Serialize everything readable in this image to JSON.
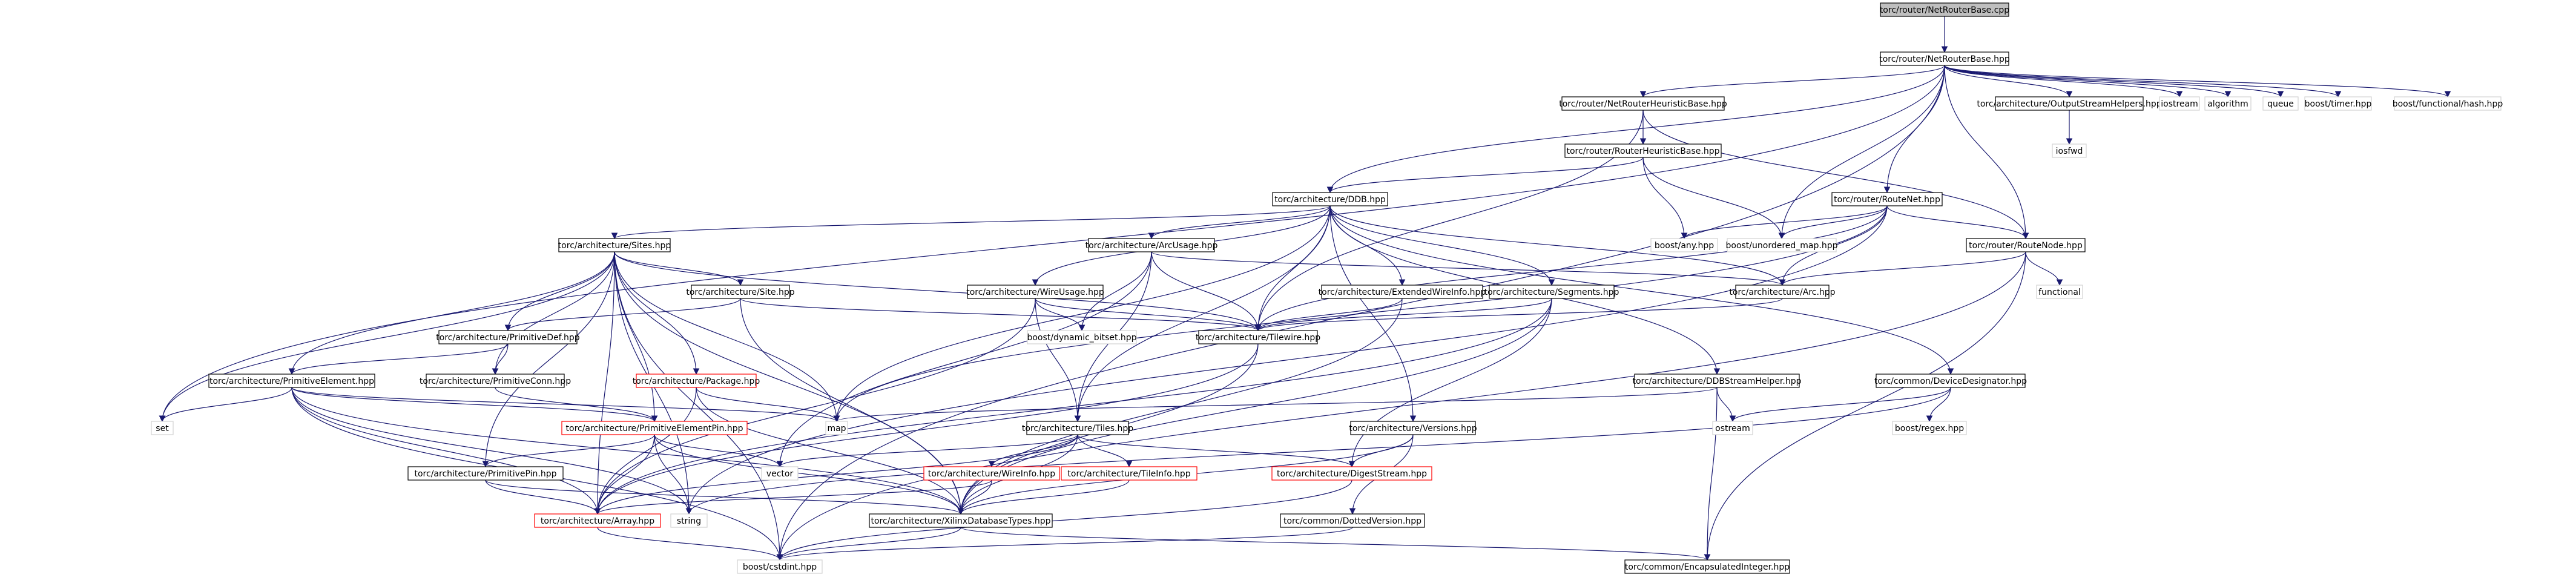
{
  "title": "torc/router/NetRouterBase.cpp",
  "colors": {
    "edge": "#191970",
    "root_fill": "#bfbfbf",
    "node_stroke": "#000000",
    "external_stroke": "#d3d3d3",
    "incomplete_stroke": "#ff0000"
  },
  "nodes": [
    {
      "id": "cpp",
      "label": "torc/router/NetRouterBase.cpp",
      "kind": "root"
    },
    {
      "id": "nrb",
      "label": "torc/router/NetRouterBase.hpp",
      "kind": "normal"
    },
    {
      "id": "nrhb",
      "label": "torc/router/NetRouterHeuristicBase.hpp",
      "kind": "normal"
    },
    {
      "id": "ossh",
      "label": "torc/architecture/OutputStreamHelpers.hpp",
      "kind": "normal"
    },
    {
      "id": "iostream",
      "label": "iostream",
      "kind": "external"
    },
    {
      "id": "algorithm",
      "label": "algorithm",
      "kind": "external"
    },
    {
      "id": "queue",
      "label": "queue",
      "kind": "external"
    },
    {
      "id": "timer",
      "label": "boost/timer.hpp",
      "kind": "external"
    },
    {
      "id": "fhash",
      "label": "boost/functional/hash.hpp",
      "kind": "external"
    },
    {
      "id": "iosfwd",
      "label": "iosfwd",
      "kind": "external"
    },
    {
      "id": "rhb",
      "label": "torc/router/RouterHeuristicBase.hpp",
      "kind": "normal"
    },
    {
      "id": "ddb",
      "label": "torc/architecture/DDB.hpp",
      "kind": "normal"
    },
    {
      "id": "routenet",
      "label": "torc/router/RouteNet.hpp",
      "kind": "normal"
    },
    {
      "id": "routenode",
      "label": "torc/router/RouteNode.hpp",
      "kind": "normal"
    },
    {
      "id": "boostany",
      "label": "boost/any.hpp",
      "kind": "external"
    },
    {
      "id": "umap",
      "label": "boost/unordered_map.hpp",
      "kind": "external"
    },
    {
      "id": "sites",
      "label": "torc/architecture/Sites.hpp",
      "kind": "normal"
    },
    {
      "id": "arcusage",
      "label": "torc/architecture/ArcUsage.hpp",
      "kind": "normal"
    },
    {
      "id": "ewi",
      "label": "torc/architecture/ExtendedWireInfo.hpp",
      "kind": "normal"
    },
    {
      "id": "segments",
      "label": "torc/architecture/Segments.hpp",
      "kind": "normal"
    },
    {
      "id": "arc",
      "label": "torc/architecture/Arc.hpp",
      "kind": "normal"
    },
    {
      "id": "functional",
      "label": "functional",
      "kind": "external"
    },
    {
      "id": "site",
      "label": "torc/architecture/Site.hpp",
      "kind": "normal"
    },
    {
      "id": "wireusage",
      "label": "torc/architecture/WireUsage.hpp",
      "kind": "normal"
    },
    {
      "id": "dynbitset",
      "label": "boost/dynamic_bitset.hpp",
      "kind": "external"
    },
    {
      "id": "tilewire",
      "label": "torc/architecture/Tilewire.hpp",
      "kind": "normal"
    },
    {
      "id": "primdef",
      "label": "torc/architecture/PrimitiveDef.hpp",
      "kind": "normal"
    },
    {
      "id": "primelem",
      "label": "torc/architecture/PrimitiveElement.hpp",
      "kind": "normal"
    },
    {
      "id": "primconn",
      "label": "torc/architecture/PrimitiveConn.hpp",
      "kind": "normal"
    },
    {
      "id": "package",
      "label": "torc/architecture/Package.hpp",
      "kind": "incomplete"
    },
    {
      "id": "ddbsh",
      "label": "torc/architecture/DDBStreamHelper.hpp",
      "kind": "normal"
    },
    {
      "id": "devdes",
      "label": "torc/common/DeviceDesignator.hpp",
      "kind": "normal"
    },
    {
      "id": "set",
      "label": "set",
      "kind": "external"
    },
    {
      "id": "map",
      "label": "map",
      "kind": "external"
    },
    {
      "id": "ostream",
      "label": "ostream",
      "kind": "external"
    },
    {
      "id": "regex",
      "label": "boost/regex.hpp",
      "kind": "external"
    },
    {
      "id": "primelempin",
      "label": "torc/architecture/PrimitiveElementPin.hpp",
      "kind": "incomplete"
    },
    {
      "id": "tiles",
      "label": "torc/architecture/Tiles.hpp",
      "kind": "normal"
    },
    {
      "id": "versions",
      "label": "torc/architecture/Versions.hpp",
      "kind": "normal"
    },
    {
      "id": "primpin",
      "label": "torc/architecture/PrimitivePin.hpp",
      "kind": "normal"
    },
    {
      "id": "vector",
      "label": "vector",
      "kind": "external"
    },
    {
      "id": "wireinfo",
      "label": "torc/architecture/WireInfo.hpp",
      "kind": "incomplete"
    },
    {
      "id": "tileinfo",
      "label": "torc/architecture/TileInfo.hpp",
      "kind": "incomplete"
    },
    {
      "id": "digest",
      "label": "torc/architecture/DigestStream.hpp",
      "kind": "incomplete"
    },
    {
      "id": "array",
      "label": "torc/architecture/Array.hpp",
      "kind": "incomplete"
    },
    {
      "id": "string",
      "label": "string",
      "kind": "external"
    },
    {
      "id": "xdbt",
      "label": "torc/architecture/XilinxDatabaseTypes.hpp",
      "kind": "normal"
    },
    {
      "id": "dotver",
      "label": "torc/common/DottedVersion.hpp",
      "kind": "normal"
    },
    {
      "id": "cstdint",
      "label": "boost/cstdint.hpp",
      "kind": "external"
    },
    {
      "id": "encint",
      "label": "torc/common/EncapsulatedInteger.hpp",
      "kind": "normal"
    }
  ],
  "edges": [
    [
      "cpp",
      "nrb"
    ],
    [
      "nrb",
      "nrhb"
    ],
    [
      "nrb",
      "ossh"
    ],
    [
      "nrb",
      "iostream"
    ],
    [
      "nrb",
      "algorithm"
    ],
    [
      "nrb",
      "queue"
    ],
    [
      "nrb",
      "timer"
    ],
    [
      "nrb",
      "fhash"
    ],
    [
      "nrb",
      "ddb"
    ],
    [
      "nrb",
      "routenet"
    ],
    [
      "nrb",
      "routenode"
    ],
    [
      "nrb",
      "umap"
    ],
    [
      "nrb",
      "set"
    ],
    [
      "nrb",
      "cstdint"
    ],
    [
      "ossh",
      "iosfwd"
    ],
    [
      "nrhb",
      "rhb"
    ],
    [
      "nrhb",
      "routenode"
    ],
    [
      "nrhb",
      "tilewire"
    ],
    [
      "rhb",
      "ddb"
    ],
    [
      "rhb",
      "boostany"
    ],
    [
      "rhb",
      "umap"
    ],
    [
      "routenet",
      "boostany"
    ],
    [
      "routenet",
      "umap"
    ],
    [
      "routenet",
      "routenode"
    ],
    [
      "routenet",
      "arc"
    ],
    [
      "routenet",
      "tilewire"
    ],
    [
      "routenet",
      "map"
    ],
    [
      "routenet",
      "string"
    ],
    [
      "routenode",
      "arc"
    ],
    [
      "routenode",
      "functional"
    ],
    [
      "routenode",
      "cstdint"
    ],
    [
      "routenode",
      "encint"
    ],
    [
      "ddb",
      "sites"
    ],
    [
      "ddb",
      "arcusage"
    ],
    [
      "ddb",
      "wireusage"
    ],
    [
      "ddb",
      "ewi"
    ],
    [
      "ddb",
      "segments"
    ],
    [
      "ddb",
      "arc"
    ],
    [
      "ddb",
      "tilewire"
    ],
    [
      "ddb",
      "ddbsh"
    ],
    [
      "ddb",
      "devdes"
    ],
    [
      "ddb",
      "tiles"
    ],
    [
      "ddb",
      "versions"
    ],
    [
      "ddb",
      "map"
    ],
    [
      "sites",
      "site"
    ],
    [
      "sites",
      "primdef"
    ],
    [
      "sites",
      "primelem"
    ],
    [
      "sites",
      "primconn"
    ],
    [
      "sites",
      "package"
    ],
    [
      "sites",
      "primelempin"
    ],
    [
      "sites",
      "primpin"
    ],
    [
      "sites",
      "array"
    ],
    [
      "sites",
      "xdbt"
    ],
    [
      "sites",
      "tilewire"
    ],
    [
      "sites",
      "set"
    ],
    [
      "sites",
      "map"
    ],
    [
      "sites",
      "string"
    ],
    [
      "sites",
      "cstdint"
    ],
    [
      "arcusage",
      "tilewire"
    ],
    [
      "arcusage",
      "dynbitset"
    ],
    [
      "arcusage",
      "tiles"
    ],
    [
      "arcusage",
      "arc"
    ],
    [
      "arcusage",
      "vector"
    ],
    [
      "wireusage",
      "tilewire"
    ],
    [
      "wireusage",
      "dynbitset"
    ],
    [
      "wireusage",
      "tiles"
    ],
    [
      "wireusage",
      "array"
    ],
    [
      "ewi",
      "tilewire"
    ],
    [
      "ewi",
      "xdbt"
    ],
    [
      "segments",
      "tilewire"
    ],
    [
      "segments",
      "xdbt"
    ],
    [
      "segments",
      "digest"
    ],
    [
      "segments",
      "array"
    ],
    [
      "arc",
      "tilewire"
    ],
    [
      "site",
      "primdef"
    ],
    [
      "site",
      "xdbt"
    ],
    [
      "site",
      "tilewire"
    ],
    [
      "tilewire",
      "xdbt"
    ],
    [
      "tilewire",
      "array"
    ],
    [
      "primdef",
      "primelem"
    ],
    [
      "primdef",
      "primconn"
    ],
    [
      "primelem",
      "primelempin"
    ],
    [
      "primelem",
      "xdbt"
    ],
    [
      "primelem",
      "array"
    ],
    [
      "primelem",
      "set"
    ],
    [
      "primelem",
      "map"
    ],
    [
      "primelem",
      "string"
    ],
    [
      "primelem",
      "cstdint"
    ],
    [
      "primconn",
      "primelempin"
    ],
    [
      "package",
      "xdbt"
    ],
    [
      "package",
      "array"
    ],
    [
      "package",
      "map"
    ],
    [
      "primelempin",
      "primpin"
    ],
    [
      "primelempin",
      "xdbt"
    ],
    [
      "primelempin",
      "array"
    ],
    [
      "primelempin",
      "vector"
    ],
    [
      "primelempin",
      "string"
    ],
    [
      "primpin",
      "xdbt"
    ],
    [
      "primpin",
      "array"
    ],
    [
      "ddbsh",
      "map"
    ],
    [
      "ddbsh",
      "ostream"
    ],
    [
      "ddbsh",
      "encint"
    ],
    [
      "devdes",
      "ostream"
    ],
    [
      "devdes",
      "regex"
    ],
    [
      "devdes",
      "string"
    ],
    [
      "tiles",
      "wireinfo"
    ],
    [
      "tiles",
      "tileinfo"
    ],
    [
      "tiles",
      "digest"
    ],
    [
      "tiles",
      "xdbt"
    ],
    [
      "tiles",
      "array"
    ],
    [
      "tiles",
      "vector"
    ],
    [
      "versions",
      "digest"
    ],
    [
      "versions",
      "dotver"
    ],
    [
      "versions",
      "xdbt"
    ],
    [
      "wireinfo",
      "xdbt"
    ],
    [
      "wireinfo",
      "array"
    ],
    [
      "tileinfo",
      "xdbt"
    ],
    [
      "digest",
      "cstdint"
    ],
    [
      "xdbt",
      "encint"
    ],
    [
      "xdbt",
      "cstdint"
    ],
    [
      "array",
      "cstdint"
    ],
    [
      "dotver",
      "cstdint"
    ]
  ]
}
